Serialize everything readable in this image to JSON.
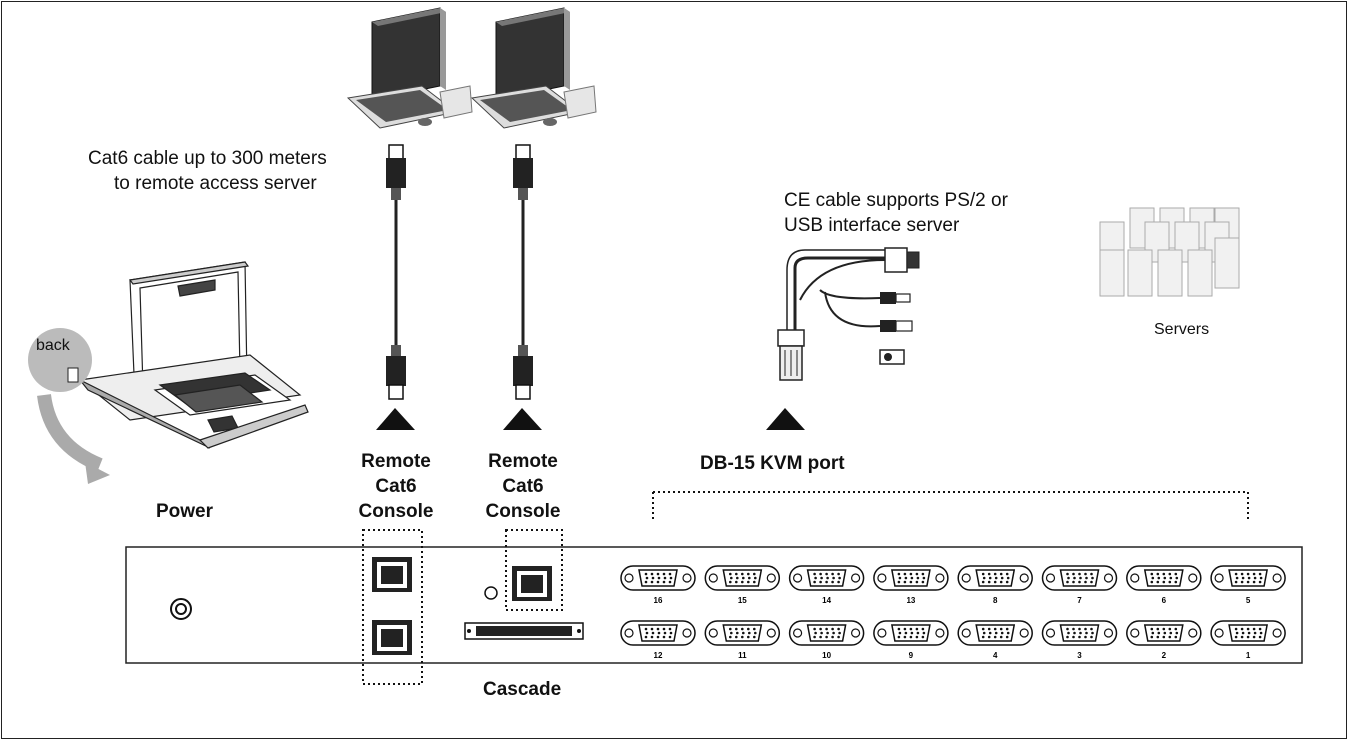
{
  "labels": {
    "cat6_cable": [
      "Cat6 cable up to 300 meters",
      "to remote access server"
    ],
    "ce_cable": [
      "CE cable supports PS/2 or",
      "USB interface server"
    ],
    "servers": "Servers",
    "back": "back",
    "power": "Power",
    "remote_console_1": [
      "Remote",
      "Cat6",
      "Console"
    ],
    "remote_console_2": [
      "Remote",
      "Cat6",
      "Console"
    ],
    "db15_port": "DB-15 KVM port",
    "cascade": "Cascade"
  },
  "kvm_ports": {
    "top_row": [
      "16",
      "15",
      "14",
      "13",
      "8",
      "7",
      "6",
      "5"
    ],
    "bottom_row": [
      "12",
      "11",
      "10",
      "9",
      "4",
      "3",
      "2",
      "1"
    ]
  }
}
